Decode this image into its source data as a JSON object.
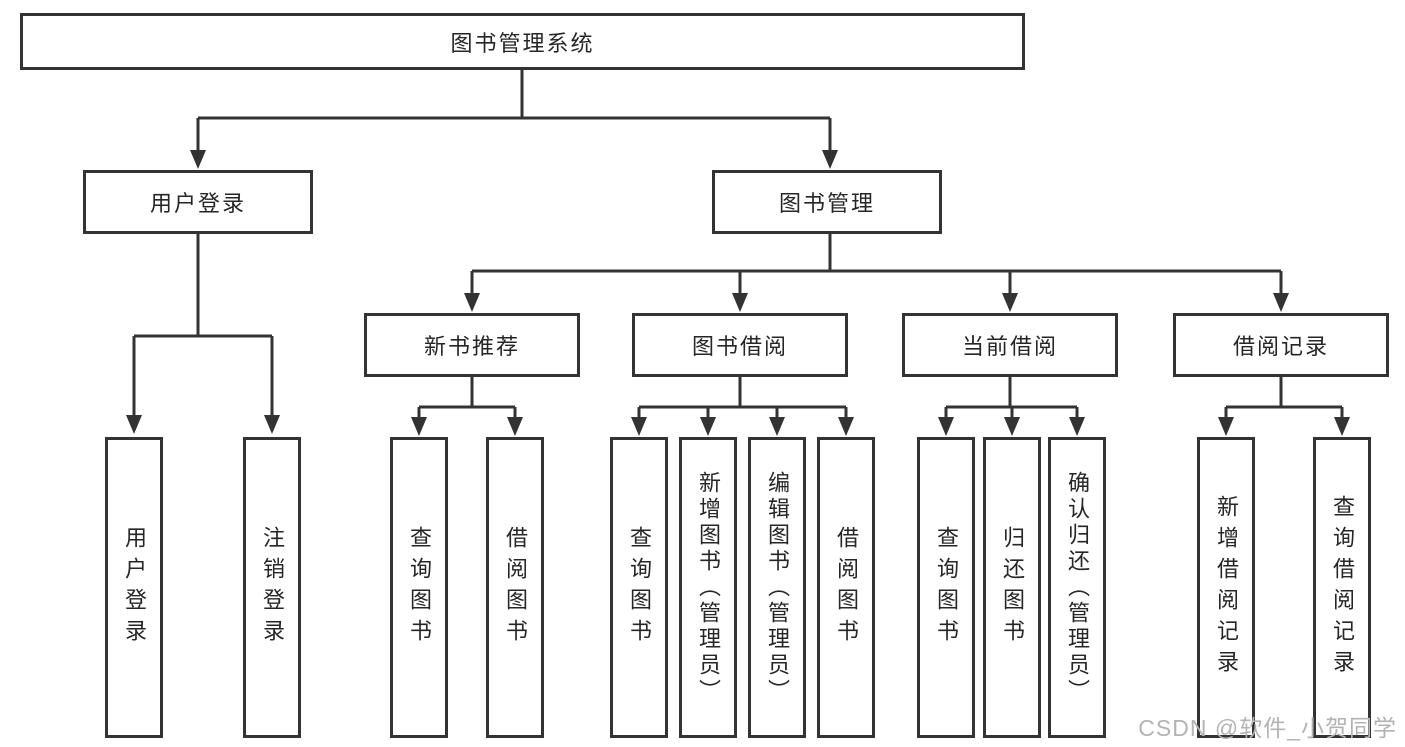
{
  "diagram": {
    "title": "图书管理系统",
    "level2": [
      {
        "label": "用户登录",
        "leaves": [
          "用户登录",
          "注销登录"
        ]
      },
      {
        "label": "图书管理",
        "sections": [
          {
            "label": "新书推荐",
            "leaves": [
              "查询图书",
              "借阅图书"
            ]
          },
          {
            "label": "图书借阅",
            "leaves": [
              "查询图书",
              "新增图书（管理员）",
              "编辑图书（管理员）",
              "借阅图书"
            ]
          },
          {
            "label": "当前借阅",
            "leaves": [
              "查询图书",
              "归还图书",
              "确认归还（管理员）"
            ]
          },
          {
            "label": "借阅记录",
            "leaves": [
              "新增借阅记录",
              "查询借阅记录"
            ]
          }
        ]
      }
    ]
  },
  "watermark": {
    "text": "CSDN @软件_小贺同学"
  },
  "colors": {
    "line": "#333333",
    "border": "#333333",
    "text": "#262626",
    "watermark": "#b3b3b3",
    "background": "#ffffff"
  }
}
